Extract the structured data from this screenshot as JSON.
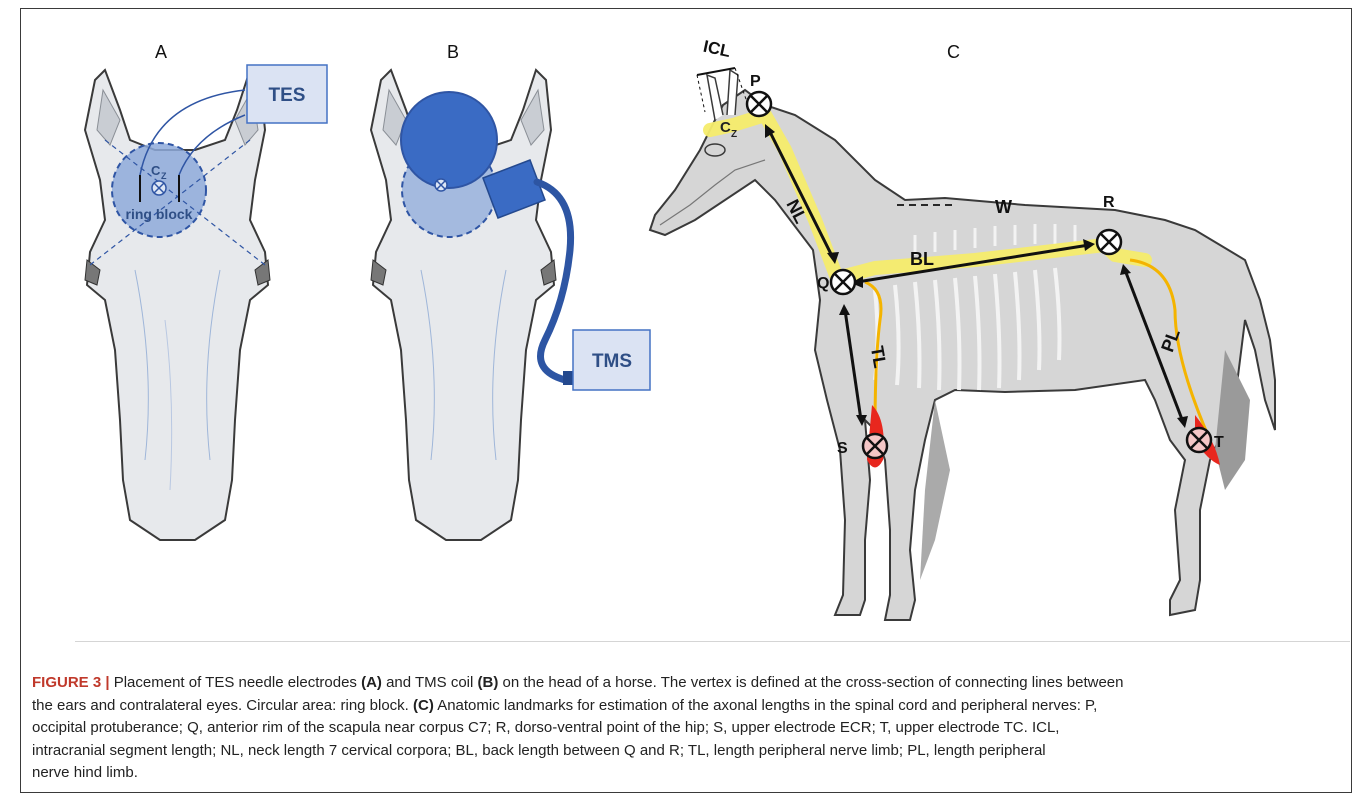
{
  "panels": {
    "a": {
      "label": "A",
      "device": "TES",
      "electrode": "C",
      "electrode_sub": "Z",
      "region": "ring block"
    },
    "b": {
      "label": "B",
      "device": "TMS"
    },
    "c": {
      "label": "C",
      "points": {
        "p": "P",
        "q": "Q",
        "r": "R",
        "s": "S",
        "t": "T"
      },
      "segments": {
        "icl": "ICL",
        "nl": "NL",
        "bl": "BL",
        "tl": "TL",
        "pl": "PL",
        "w": "W"
      },
      "vertex": "C",
      "vertex_sub": "Z"
    }
  },
  "caption": {
    "label": "FIGURE 3 |",
    "part1": " Placement of TES needle electrodes ",
    "ref_a": "(A)",
    "part2": " and TMS coil ",
    "ref_b": "(B)",
    "part3": " on the head of a horse. The vertex is defined at the cross-section of connecting lines between",
    "line2": "the ears and contralateral eyes. Circular area: ring block. ",
    "ref_c": "(C)",
    "line2b": " Anatomic landmarks for estimation of the axonal lengths in the spinal cord and peripheral nerves: P,",
    "line3": "occipital protuberance; Q, anterior rim of the scapula near corpus C7; R, dorso-ventral point of the hip; S, upper electrode ECR; T, upper electrode TC. ICL,",
    "line4": "intracranial segment length; NL, neck length 7 cervical corpora; BL, back length between Q and R; TL, length peripheral nerve limb; PL, length peripheral",
    "line5": "nerve hind limb."
  },
  "colors": {
    "outline": "#3a3a3a",
    "head_fill": "#e7e9ec",
    "coil_blue": "#3a6bc4",
    "ring_fill": "#8eaadb",
    "box_fill": "#dbe3f3",
    "box_stroke": "#4472c4",
    "box_text": "#2f4f86",
    "nerve_yellow": "#f6ec6b",
    "nerve_orange": "#f4b400",
    "muscle_red": "#e8271e",
    "body_gray": "#c9c9c9",
    "caption_label": "#c0392b"
  },
  "icons": {
    "electrode": "circled-x-icon"
  }
}
